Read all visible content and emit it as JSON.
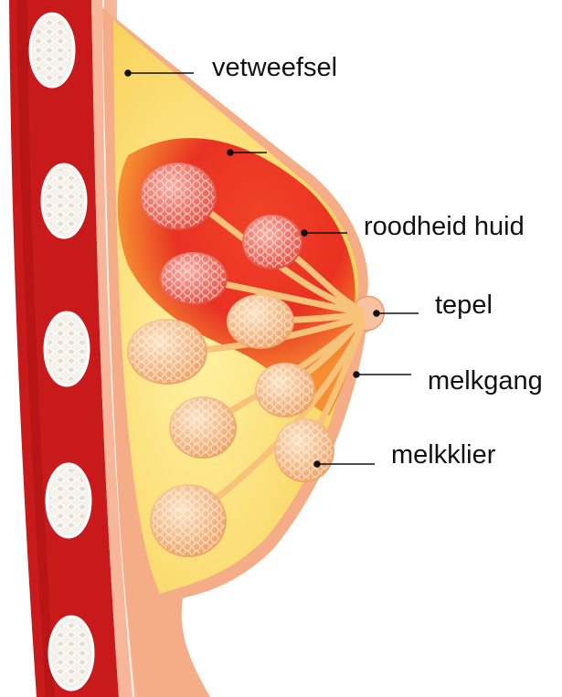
{
  "labels": {
    "fat_tissue": "vetweefsel",
    "skin_redness": "roodheid huid",
    "nipple": "tepel",
    "milk_duct": "melkgang",
    "milk_gland": "melkklier"
  },
  "colors": {
    "chest_wall": "#c81a1a",
    "fat_yellow": "#fbe27a",
    "inflamed_red": "#e8281e",
    "skin_peach": "#f6b58c",
    "gland_orange": "#f3a55f",
    "inflamed_gland": "#f06a5a"
  }
}
